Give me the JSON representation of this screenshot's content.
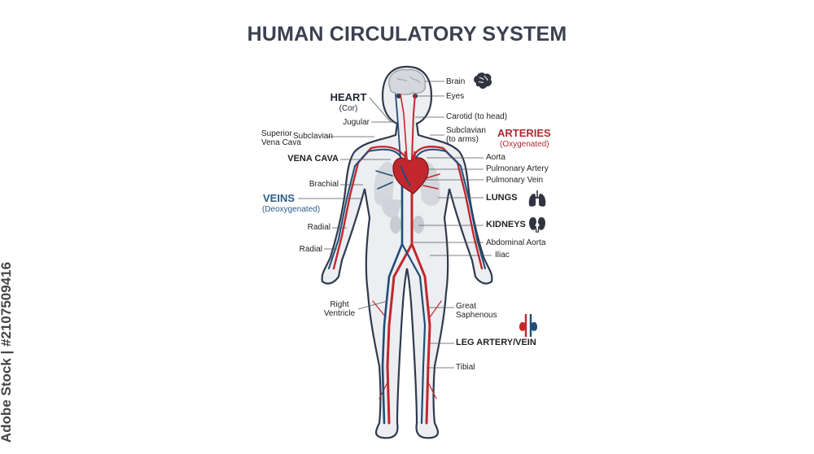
{
  "title": "HUMAN CIRCULATORY SYSTEM",
  "stock_id": "Adobe Stock | #2107509416",
  "colors": {
    "artery": "#c1272d",
    "vein": "#1f4e79",
    "title": "#3b4150",
    "veins_heading": "#2b5c8a",
    "arteries_heading": "#b3282f"
  },
  "headings": {
    "heart": "HEART",
    "heart_sub": "(Cor)",
    "veins": "VEINS",
    "veins_sub": "(Deoxygenated)",
    "arteries": "ARTERIES",
    "arteries_sub": "(Oxygenated)"
  },
  "labels": {
    "brain": "Brain",
    "eyes": "Eyes",
    "carotid_1": "Carotid (to head)",
    "subclavian_right_1": "Subclavian",
    "subclavian_right_2": "(to arms)",
    "aorta": "Aorta",
    "pulmonary_artery": "Pulmonary Artery",
    "pulmonary_vein": "Pulmonary Vein",
    "lungs": "LUNGS",
    "kidneys": "KIDNEYS",
    "abdominal_aorta": "Abdominal Aorta",
    "iliac": "Iliac",
    "great_saphenous_1": "Great",
    "great_saphenous_2": "Saphenous",
    "leg_artery_vein": "LEG ARTERY/VEIN",
    "tibial": "Tibial",
    "jugular": "Jugular",
    "superior_vena_cava_1": "Superior",
    "superior_vena_cava_2": "Vena Cava",
    "subclavian_left": "Subclavian",
    "vena_cava": "VENA CAVA",
    "brachial": "Brachial",
    "radial_1": "Radial",
    "radial_2": "Radial",
    "right_ventricle_1": "Right",
    "right_ventricle_2": "Ventricle"
  },
  "icons": [
    "brain-icon",
    "lungs-icon",
    "kidneys-icon",
    "blood-vessels-icon"
  ]
}
